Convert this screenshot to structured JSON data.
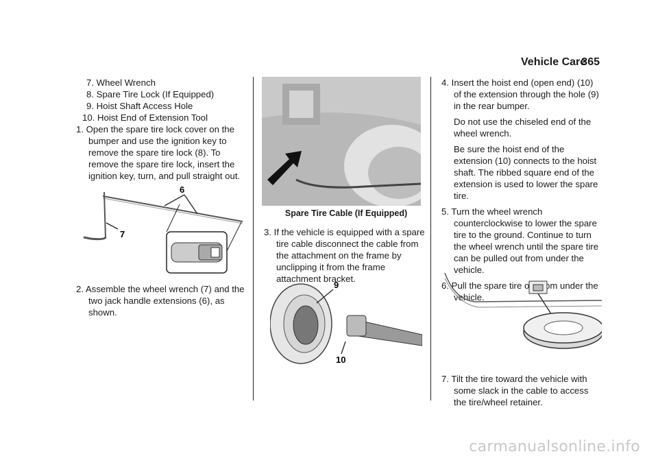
{
  "header": {
    "section": "Vehicle Care",
    "page": "365"
  },
  "col1": {
    "items": [
      "7.  Wheel Wrench",
      "8.  Spare Tire Lock (If Equipped)",
      "9.  Hoist Shaft Access Hole",
      "10. Hoist End of Extension Tool"
    ],
    "step1": "1.  Open the spare tire lock cover on the bumper and use the ignition key to remove the spare tire lock (8). To remove the spare tire lock, insert the ignition key, turn, and pull straight out.",
    "fig1_labels": {
      "a": "6",
      "b": "7"
    },
    "step2": "2.  Assemble the wheel wrench (7) and the two jack handle extensions (6), as shown."
  },
  "col2": {
    "caption": "Spare Tire Cable (If Equipped)",
    "step3": "3.  If the vehicle is equipped with a spare tire cable disconnect the cable from the attachment on the frame by unclipping it from the frame attachment bracket.",
    "fig3_labels": {
      "a": "9",
      "b": "10"
    }
  },
  "col3": {
    "step4": "4.  Insert the hoist end (open end) (10) of the extension through the hole (9) in the rear bumper.",
    "note1": "Do not use the chiseled end of the wheel wrench.",
    "note2": "Be sure the hoist end of the extension (10) connects to the hoist shaft. The ribbed square end of the extension is used to lower the spare tire.",
    "step5": "5.  Turn the wheel wrench counterclockwise to lower the spare tire to the ground. Continue to turn the wheel wrench until the spare tire can be pulled out from under the vehicle.",
    "step6": "6.  Pull the spare tire out from under the vehicle.",
    "step7": "7.  Tilt the tire toward the vehicle with some slack in the cable to access the tire/wheel retainer."
  },
  "watermark": "carmanualsonline.info"
}
